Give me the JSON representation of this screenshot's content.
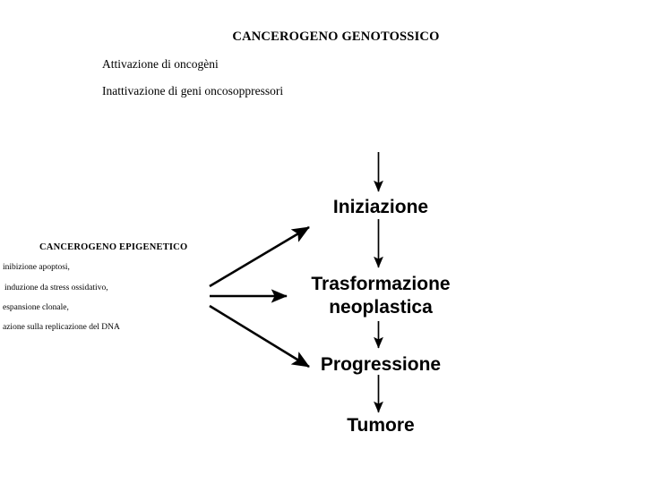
{
  "diagram": {
    "genotoxic": {
      "title": "CANCEROGENO GENOTOSSICO",
      "lines": [
        "Attivazione di oncogèni",
        "Inattivazione di geni oncosoppressori"
      ]
    },
    "epigenetic": {
      "title": "CANCEROGENO EPIGENETICO",
      "items": [
        "inibizione apoptosi,",
        " induzione da stress ossidativo,",
        "espansione clonale,",
        "azione sulla replicazione del DNA"
      ]
    },
    "flow": {
      "nodes": [
        {
          "label": "Iniziazione"
        },
        {
          "label": "Trasformazione\nneoplastica"
        },
        {
          "label": "Progressione"
        },
        {
          "label": "Tumore"
        }
      ]
    },
    "colors": {
      "ink": "#000000",
      "background": "#ffffff"
    }
  }
}
